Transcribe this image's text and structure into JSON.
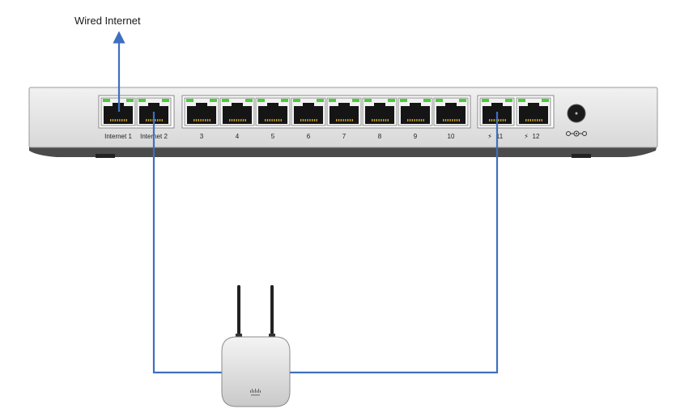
{
  "caption": "Wired Internet",
  "colors": {
    "cable": "#3f6fbf",
    "link_led": "#4ccc3a",
    "chassis": "#e6e6e6",
    "chassis_base": "#4b4b4b"
  },
  "ports": [
    {
      "label": "Internet 1",
      "led": true
    },
    {
      "label": "Internet 2",
      "led": true
    },
    {
      "label": "3",
      "led": true
    },
    {
      "label": "4",
      "led": true
    },
    {
      "label": "5",
      "led": true
    },
    {
      "label": "6",
      "led": true
    },
    {
      "label": "7",
      "led": true
    },
    {
      "label": "8",
      "led": true
    },
    {
      "label": "9",
      "led": true
    },
    {
      "label": "10",
      "led": true
    },
    {
      "label": "11",
      "led": true,
      "poe": true
    },
    {
      "label": "12",
      "led": true,
      "poe": true
    }
  ],
  "icons": {
    "power": "power-jack-icon",
    "dc": "dc-polarity-icon",
    "access_point_logo": "cisco-logo-icon"
  }
}
